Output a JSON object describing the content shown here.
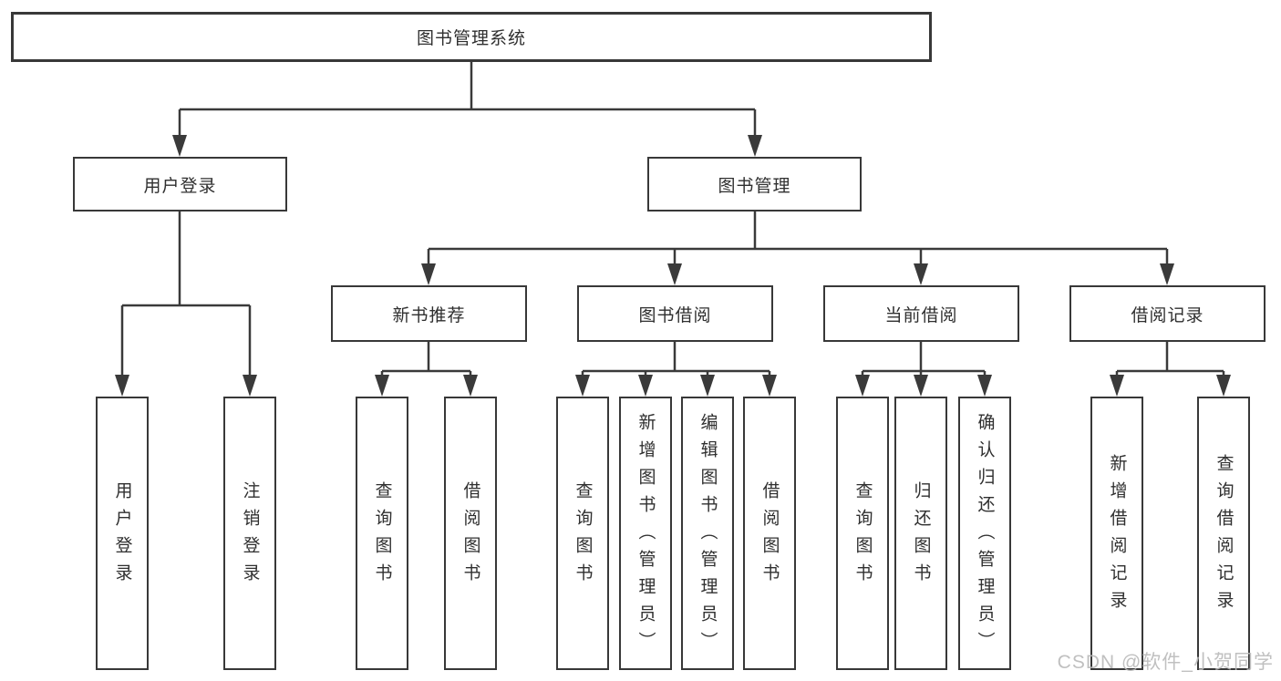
{
  "tree": {
    "root": {
      "label": "图书管理系统"
    },
    "children": [
      {
        "label": "用户登录",
        "children": [
          {
            "label": "用户登录"
          },
          {
            "label": "注销登录"
          }
        ]
      },
      {
        "label": "图书管理",
        "children": [
          {
            "label": "新书推荐",
            "children": [
              {
                "label": "查询图书"
              },
              {
                "label": "借阅图书"
              }
            ]
          },
          {
            "label": "图书借阅",
            "children": [
              {
                "label": "查询图书"
              },
              {
                "label": "新增图书（管理员）"
              },
              {
                "label": "编辑图书（管理员）"
              },
              {
                "label": "借阅图书"
              }
            ]
          },
          {
            "label": "当前借阅",
            "children": [
              {
                "label": "查询图书"
              },
              {
                "label": "归还图书"
              },
              {
                "label": "确认归还（管理员）"
              }
            ]
          },
          {
            "label": "借阅记录",
            "children": [
              {
                "label": "新增借阅记录"
              },
              {
                "label": "查询借阅记录"
              }
            ]
          }
        ]
      }
    ]
  },
  "watermark": "CSDN @软件_小贺同学",
  "colors": {
    "line": "#3a3a3a",
    "border": "#383838",
    "text": "#2f2f2f",
    "background": "#ffffff",
    "watermark": "#b9b9b9"
  }
}
